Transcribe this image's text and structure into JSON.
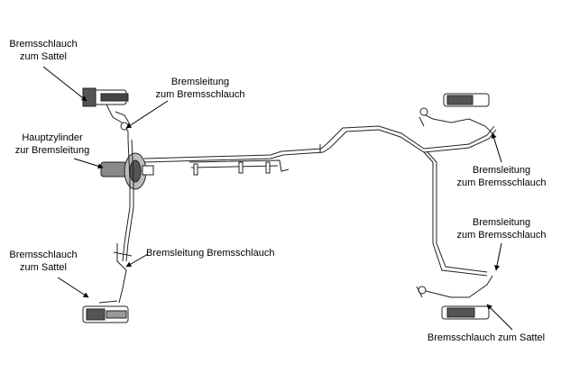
{
  "labels": {
    "front_left_hose": [
      "Bremsschlauch",
      "zum Sattel"
    ],
    "front_left_line": [
      "Bremsleitung",
      "zum Bremsschlauch"
    ],
    "master_cylinder": [
      "Hauptzylinder",
      "zur Bremsleitung"
    ],
    "rear_left_hose": [
      "Bremsschlauch",
      "zum Sattel"
    ],
    "left_line_hose": "Bremsleitung Bremsschlauch",
    "right_upper_line": [
      "Bremsleitung",
      "zum Bremsschlauch"
    ],
    "right_lower_line": [
      "Bremsleitung",
      "zum Bremsschlauch"
    ],
    "right_lower_hose": "Bremsschlauch zum Sattel"
  }
}
